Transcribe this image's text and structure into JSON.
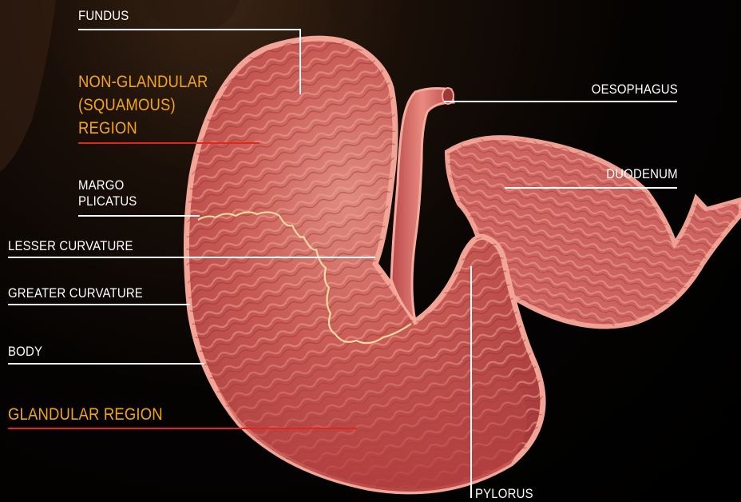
{
  "labels": {
    "fundus": "FUNDUS",
    "non_glandular": "NON-GLANDULAR\n(SQUAMOUS)\nREGION",
    "margo_plicatus": "MARGO\nPLICATUS",
    "lesser_curvature": "LESSER CURVATURE",
    "greater_curvature": "GREATER CURVATURE",
    "body": "BODY",
    "glandular_region": "GLANDULAR REGION",
    "oesophagus": "OESOPHAGUS",
    "duodenum": "DUODENUM",
    "pylorus": "PYLORUS"
  },
  "colors": {
    "region_label": "#f2a516",
    "region_leader": "#e3261a",
    "structure_label": "#ffffff",
    "stomach_wall": "#e98a7e",
    "stomach_interior": "#c2524d"
  }
}
